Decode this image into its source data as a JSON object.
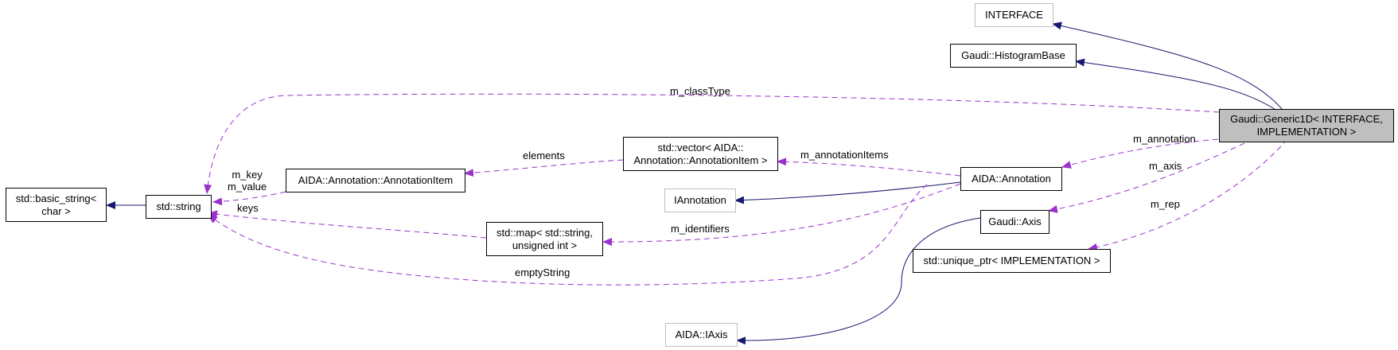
{
  "colors": {
    "inheritance": "#191970",
    "usage": "#9a32cd",
    "focus_fill": "#bfbfbf",
    "external_border": "#bfbfbf"
  },
  "nodes": {
    "interface": "INTERFACE",
    "histogram_base": "Gaudi::HistogramBase",
    "generic1d": "Gaudi::Generic1D< INTERFACE,\nIMPLEMENTATION >",
    "basic_string": "std::basic_string<\nchar >",
    "std_string": "std::string",
    "annotation_item": "AIDA::Annotation::AnnotationItem",
    "vector_annotation_item": "std::vector< AIDA::\nAnnotation::AnnotationItem >",
    "iannotation": "IAnnotation",
    "aida_annotation": "AIDA::Annotation",
    "map_string_uint": "std::map< std::string,\nunsigned int >",
    "gaudi_axis": "Gaudi::Axis",
    "unique_ptr_impl": "std::unique_ptr< IMPLEMENTATION >",
    "aida_iaxis": "AIDA::IAxis"
  },
  "edge_labels": {
    "m_classType": "m_classType",
    "m_annotation": "m_annotation",
    "m_axis": "m_axis",
    "m_rep": "m_rep",
    "elements": "elements",
    "m_annotationItems": "m_annotationItems",
    "m_key_m_value": "m_key\nm_value",
    "keys": "keys",
    "m_identifiers": "m_identifiers",
    "emptyString": "emptyString"
  }
}
